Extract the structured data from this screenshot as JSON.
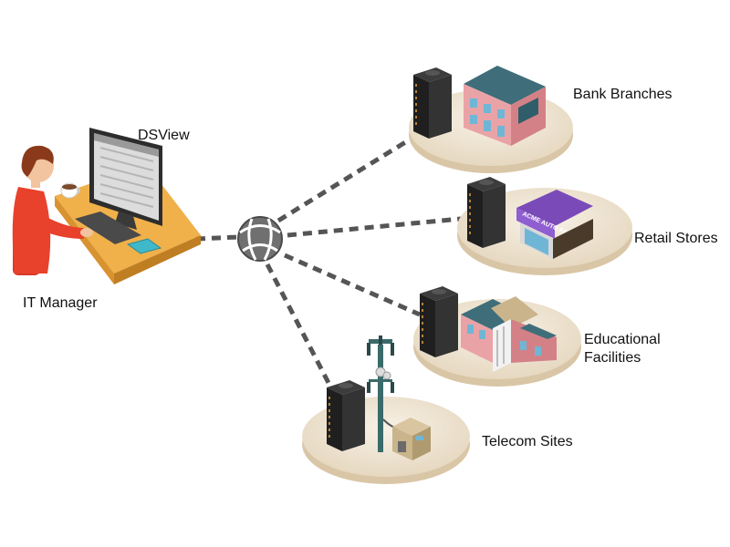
{
  "labels": {
    "dsview": "DSView",
    "it_manager": "IT Manager",
    "bank_branches": "Bank Branches",
    "retail_stores": "Retail Stores",
    "educational_line1": "Educational",
    "educational_line2": "Facilities",
    "telecom_sites": "Telecom Sites"
  },
  "signage": {
    "store_sign": "ACME AUTO PARTS"
  },
  "colors": {
    "connector": "#555555",
    "platform": "#ece3d2",
    "server": "#2b2b2b",
    "desk": "#e8a23c",
    "person": "#e8412c",
    "store_roof": "#7a4ab8"
  }
}
